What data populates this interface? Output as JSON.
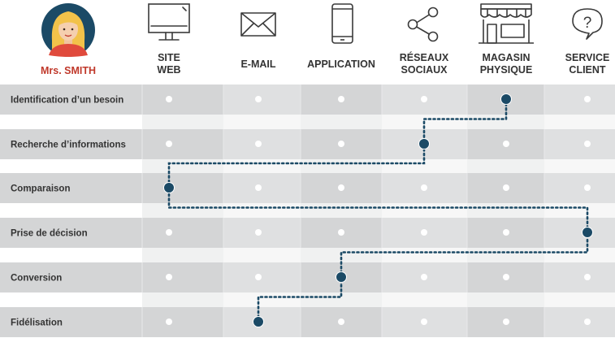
{
  "persona": {
    "name": "Mrs. SMITH",
    "avatar_icon": "woman-avatar-icon"
  },
  "channels": [
    {
      "id": "site-web",
      "label_lines": [
        "SITE",
        "WEB"
      ],
      "icon": "desktop-monitor-icon"
    },
    {
      "id": "email",
      "label_lines": [
        "E-MAIL"
      ],
      "icon": "envelope-icon"
    },
    {
      "id": "application",
      "label_lines": [
        "APPLICATION"
      ],
      "icon": "smartphone-icon"
    },
    {
      "id": "reseaux-sociaux",
      "label_lines": [
        "RÉSEAUX",
        "SOCIAUX"
      ],
      "icon": "share-icon"
    },
    {
      "id": "magasin-physique",
      "label_lines": [
        "MAGASIN",
        "PHYSIQUE"
      ],
      "icon": "storefront-icon"
    },
    {
      "id": "service-client",
      "label_lines": [
        "SERVICE",
        "CLIENT"
      ],
      "icon": "speech-bubble-question-icon"
    }
  ],
  "stages": [
    {
      "label": "Identification d’un besoin",
      "active_channel": 4
    },
    {
      "label": "Recherche d’informations",
      "active_channel": 3
    },
    {
      "label": "Comparaison",
      "active_channel": 0
    },
    {
      "label": "Prise de décision",
      "active_channel": 5
    },
    {
      "label": "Conversion",
      "active_channel": 2
    },
    {
      "label": "Fidélisation",
      "active_channel": 1
    }
  ],
  "colors": {
    "accent_dark": "#1b4a66",
    "persona_name": "#c0392b",
    "band": "#d4d5d6",
    "band_alt": "#dfe0e1",
    "icon_stroke": "#3a3a3a",
    "text": "#333333",
    "dot": "#ffffff"
  }
}
